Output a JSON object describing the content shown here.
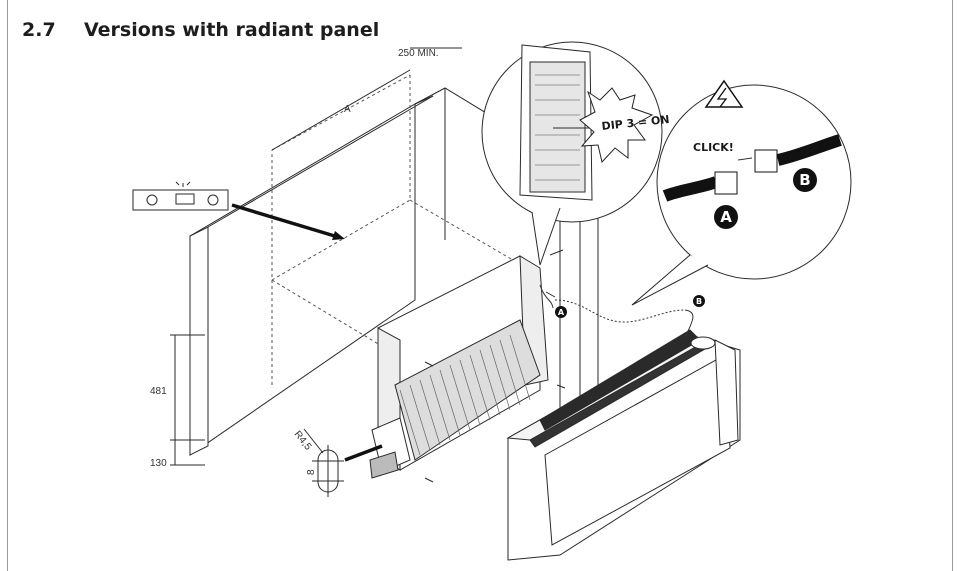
{
  "section": {
    "number": "2.7",
    "title": "Versions with radiant panel"
  },
  "dimensions": {
    "top": "250 MIN.",
    "width": "A",
    "height": "481",
    "floor": "130",
    "slot_radius": "R4,5",
    "slot_pitch": "8"
  },
  "callouts": {
    "dip_switch": "DIP 3 = ON",
    "click": "CLICK!",
    "connector_a": "A",
    "connector_b": "B"
  }
}
